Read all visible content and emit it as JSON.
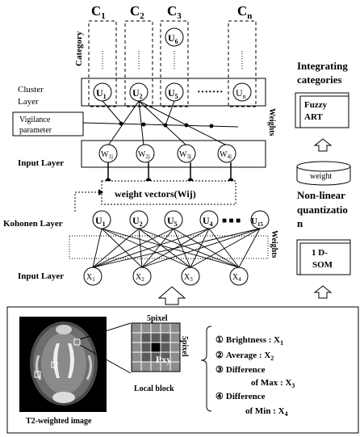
{
  "categories": {
    "axis_label": "Category",
    "c1": "C",
    "c1_sub": "1",
    "c2": "C",
    "c2_sub": "2",
    "c3": "C",
    "c3_sub": "3",
    "cn": "C",
    "cn_sub": "n"
  },
  "nodes": {
    "u": "U",
    "u1": "1",
    "u2": "2",
    "u5": "5",
    "u6": "6",
    "un": "n",
    "u4": "4",
    "u15": "15",
    "w": "W",
    "w1": "1j",
    "w2": "2j",
    "w3": "3j",
    "w4": "4j",
    "x": "X",
    "x1": "1",
    "x2": "2",
    "x3": "3",
    "x4": "4"
  },
  "labels": {
    "cluster_layer": "Cluster",
    "cluster_layer2": "Layer",
    "vigilance1": "Vigilance",
    "vigilance2": "parameter",
    "input_layer_top": "Input Layer",
    "weight_vectors": "weight vectors(Wij)",
    "kohonen_layer": "Kohonen Layer",
    "input_layer_bottom": "Input Layer",
    "weights_top": "Weights",
    "weights_bottom": "Weights",
    "dots": "·······",
    "dots2": "■ ■ ■"
  },
  "right_flow": {
    "integrating1": "Integrating",
    "integrating2": "categories",
    "fuzzy1": "Fuzzy",
    "fuzzy2": "ART",
    "weight": "weight",
    "nonlinear1": "Non-linear",
    "nonlinear2": "quantizatio",
    "nonlinear3": "n",
    "som1": "1 D-",
    "som2": "SOM"
  },
  "bottom": {
    "pixel_top": "5pixel",
    "pixel_side": "5pixel",
    "pxy": "Pxy",
    "local_block": "Local block",
    "t2_image": "T2-weighted image",
    "f1_num": "①",
    "f1": "Brightness : X",
    "f1_sub": "1",
    "f2_num": "②",
    "f2": "Average      : X",
    "f2_sub": "2",
    "f3_num": "③",
    "f3": "Difference",
    "f3b": "of Max : X",
    "f3_sub": "3",
    "f4_num": "④",
    "f4": "Difference",
    "f4b": "of  Min : X",
    "f4_sub": "4"
  }
}
